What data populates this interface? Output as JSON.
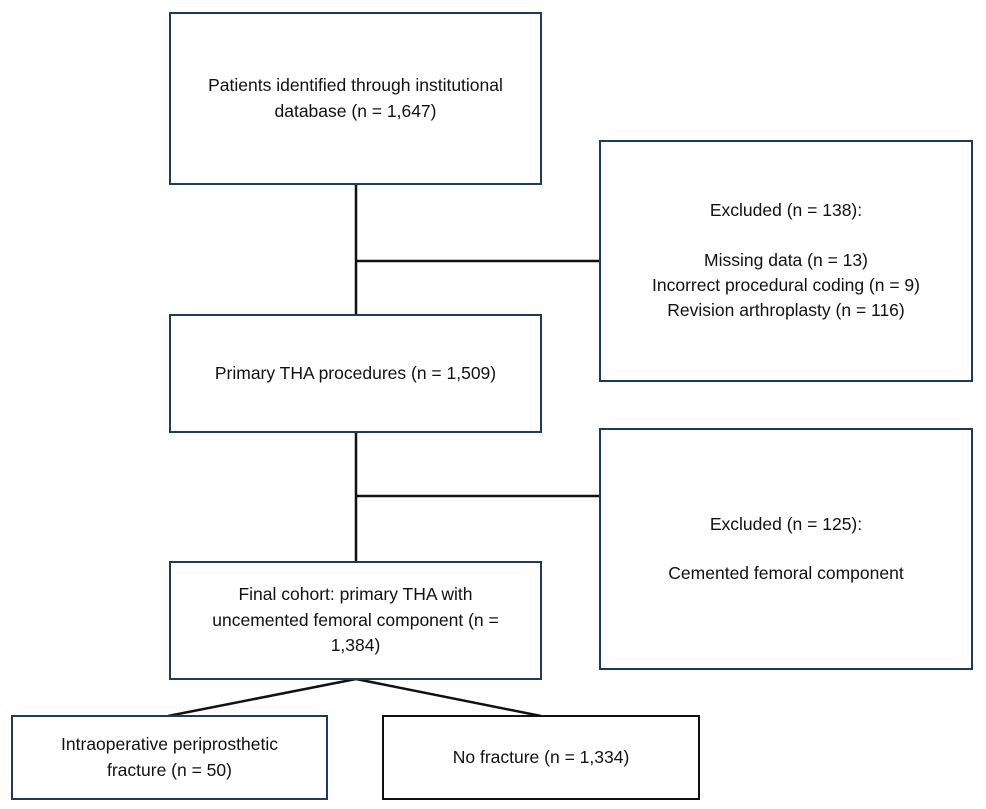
{
  "boxes": {
    "identified": {
      "lines": [
        "Patients identified through institutional",
        "database (n = 1,647)"
      ]
    },
    "excluded1": {
      "heading": "Excluded (n = 138):",
      "items": [
        "Missing data (n = 13)",
        "Incorrect procedural coding (n = 9)",
        "Revision arthroplasty (n = 116)"
      ]
    },
    "primary": {
      "lines": [
        "Primary THA procedures (n = 1,509)"
      ]
    },
    "excluded2": {
      "heading": "Excluded (n = 125):",
      "items": [
        "Cemented femoral component"
      ]
    },
    "final": {
      "lines": [
        "Final cohort: primary THA with",
        "uncemented femoral component (n =",
        "1,384)"
      ]
    },
    "fracture": {
      "lines": [
        "Intraoperative periprosthetic",
        "fracture (n = 50)"
      ]
    },
    "nofracture": {
      "lines": [
        "No fracture (n = 1,334)"
      ]
    }
  },
  "colors": {
    "box_border": "#1f3b5c",
    "box_border_dark": "#111111",
    "connector": "#111111"
  }
}
